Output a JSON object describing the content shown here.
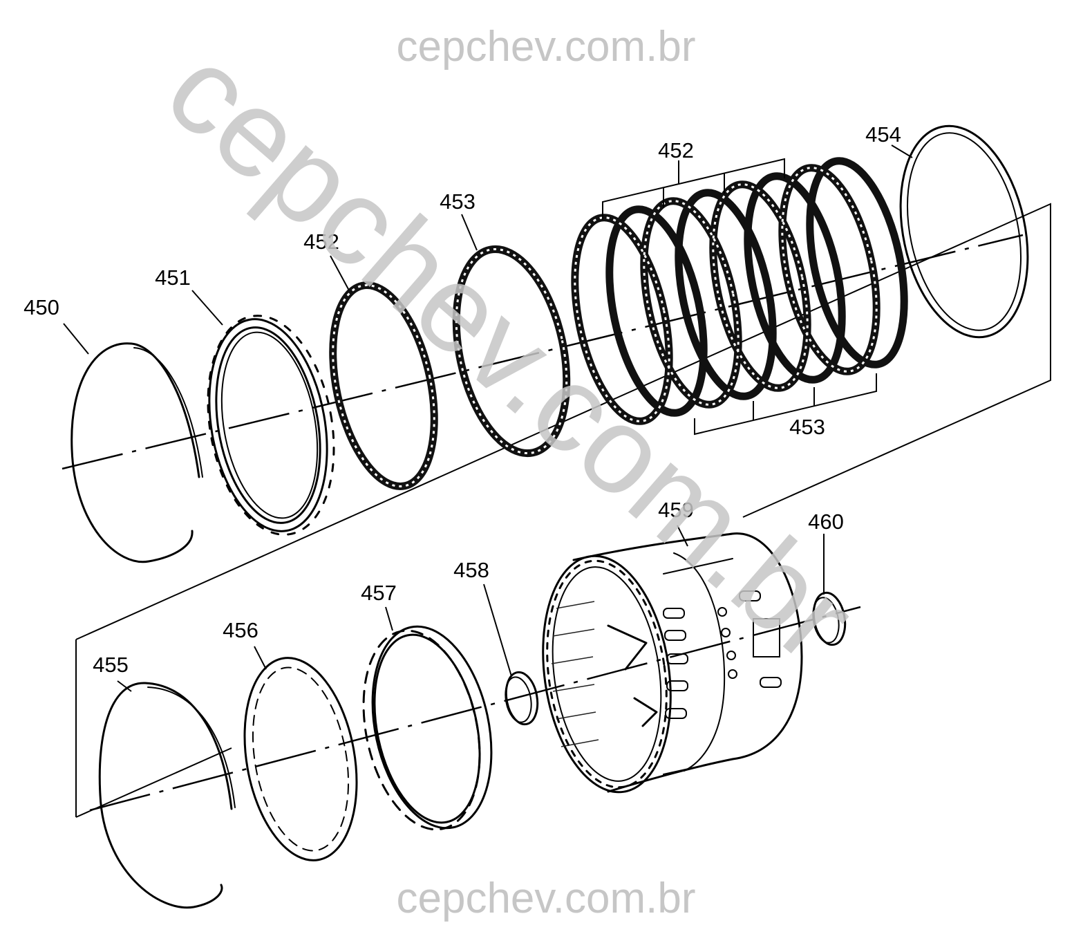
{
  "watermarks": {
    "top": "cepchev.com.br",
    "bottom": "cepchev.com.br",
    "diagonal": "cepchev.com.br"
  },
  "callouts": {
    "c450": "450",
    "c451": "451",
    "c452a": "452",
    "c453a": "453",
    "c452b": "452",
    "c453b": "453",
    "c454": "454",
    "c455": "455",
    "c456": "456",
    "c457": "457",
    "c458": "458",
    "c459": "459",
    "c460": "460"
  }
}
